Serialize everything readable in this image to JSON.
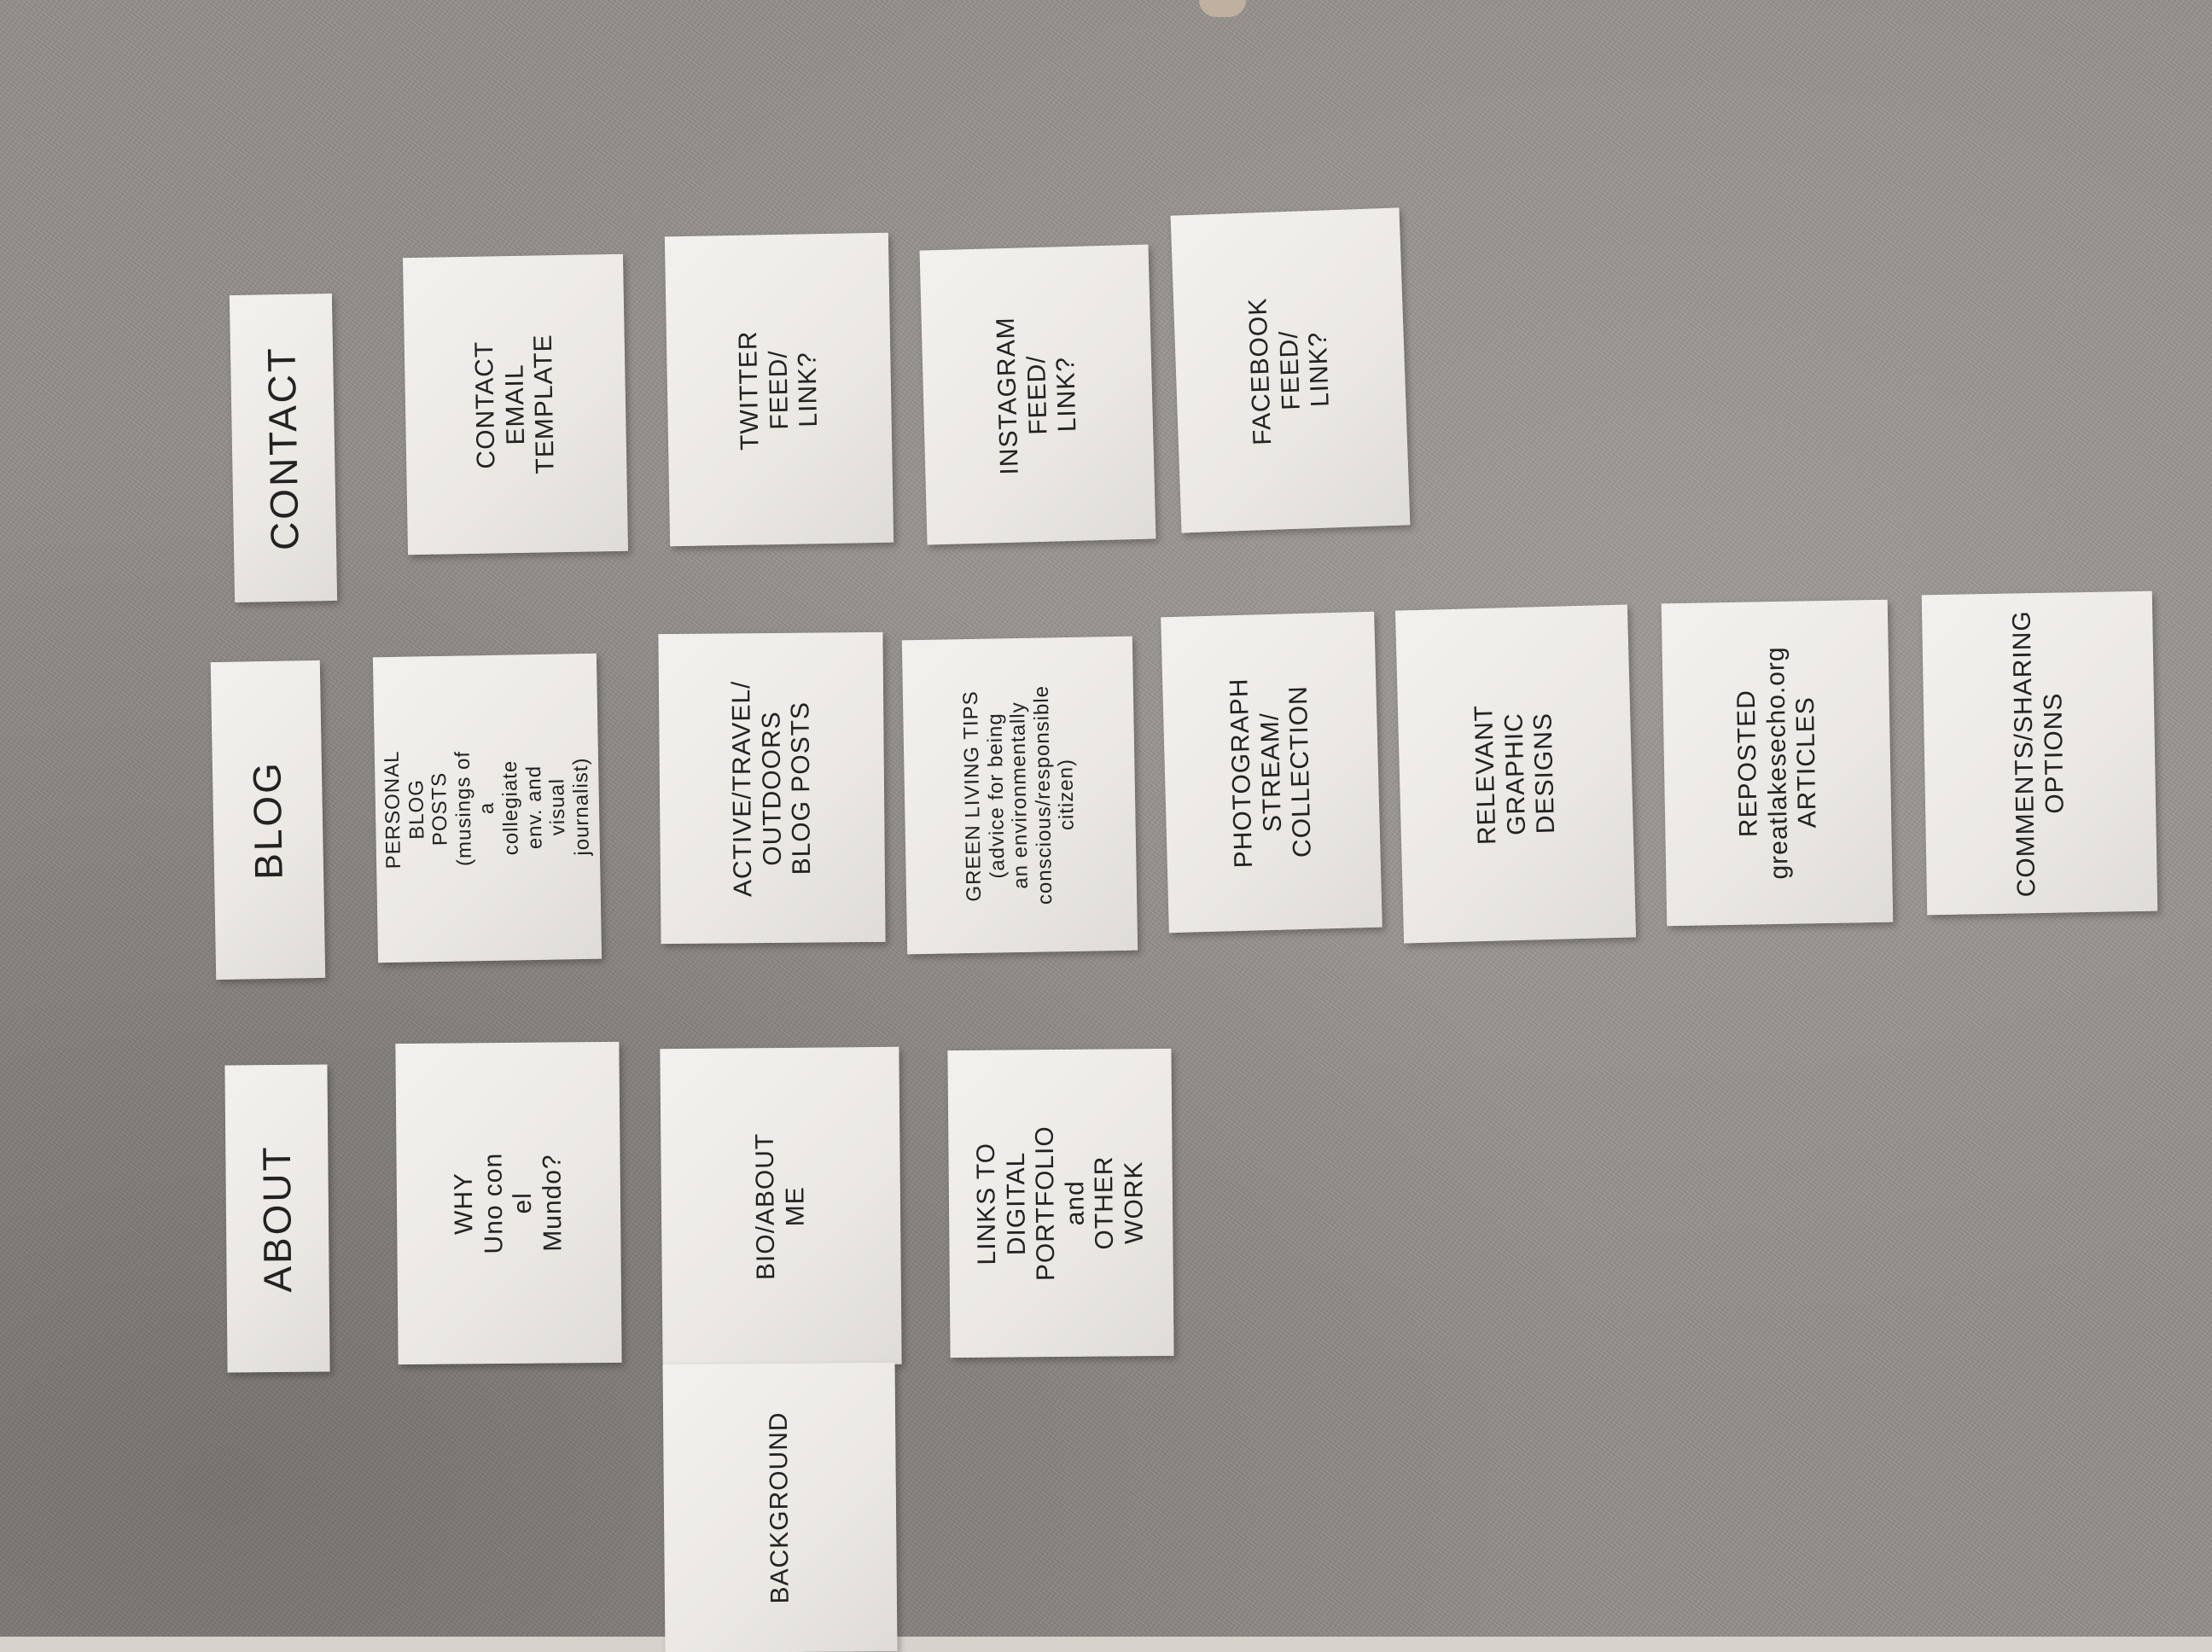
{
  "columns": {
    "contact": {
      "header": "CONTACT",
      "cards": [
        "CONTACT\nEMAIL\nTEMPLATE",
        "TWITTER\nFEED/\nLINK?",
        "INSTAGRAM\nFEED/\nLINK?",
        "FACEBOOK\nFEED/\nLINK?"
      ]
    },
    "blog": {
      "header": "BLOG",
      "cards": [
        "PERSONAL\nBLOG POSTS\n(musings of a\ncollegiate env. and\nvisual journalist)",
        "ACTIVE/TRAVEL/\nOUTDOORS\nBLOG POSTS",
        "GREEN LIVING TIPS\n(advice for being\nan environmentally\nconscious/responsible\ncitizen)",
        "PHOTOGRAPH\nSTREAM/\nCOLLECTION",
        "RELEVANT\nGRAPHIC\nDESIGNS",
        "REPOSTED\ngreatlakesecho.org\nARTICLES",
        "COMMENTS/SHARING\nOPTIONS"
      ]
    },
    "about": {
      "header": "ABOUT",
      "cards": [
        "WHY\nUno con el\nMundo?",
        "BIO/ABOUT ME",
        "LINKS TO DIGITAL\nPORTFOLIO and\nOTHER WORK",
        "BACKGROUND"
      ]
    }
  },
  "colors": {
    "surface": "#928d89",
    "paper": "#efece8",
    "ink": "#222222"
  }
}
